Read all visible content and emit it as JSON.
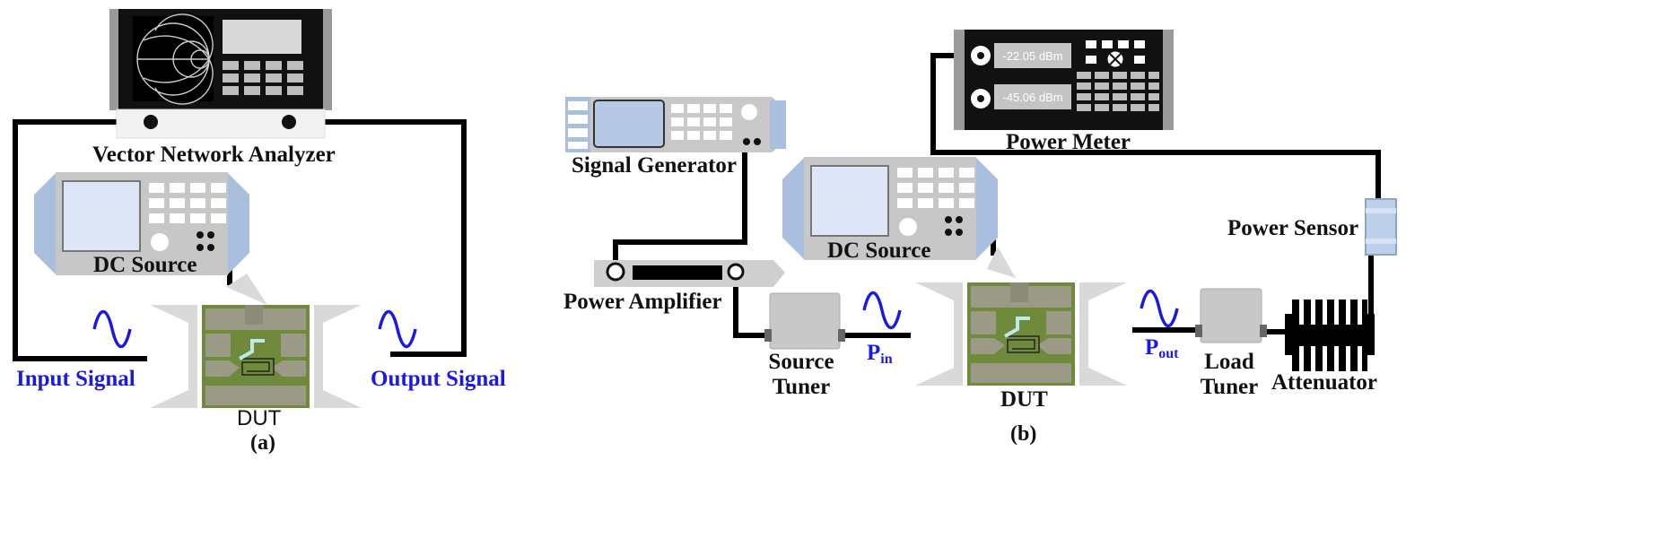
{
  "panel_a": {
    "caption": "(a)",
    "vna_label": "Vector Network Analyzer",
    "dc_source_label": "DC Source",
    "input_signal_label": "Input Signal",
    "output_signal_label": "Output Signal",
    "dut_label": "DUT"
  },
  "panel_b": {
    "caption": "(b)",
    "signal_generator_label": "Signal Generator",
    "power_amplifier_label": "Power Amplifier",
    "source_tuner_label_1": "Source",
    "source_tuner_label_2": "Tuner",
    "pin_main": "P",
    "pin_sub": "in",
    "dc_source_label": "DC Source",
    "dut_label": "DUT",
    "pout_main": "P",
    "pout_sub": "out",
    "load_tuner_label_1": "Load",
    "load_tuner_label_2": "Tuner",
    "attenuator_label": "Attenuator",
    "power_sensor_label": "Power Sensor",
    "power_meter_label": "Power Meter",
    "power_meter_reading_1": "-22.05 dBm",
    "power_meter_reading_2": "-45.06 dBm"
  },
  "colors": {
    "wire": "#000000",
    "signal_wave": "#1a1ae0",
    "label_blue": "#1a1ae0",
    "instrument_gray": "#b8b8b8",
    "instrument_blue": "#a9bfdd",
    "fixture_gray": "#d9d9d9",
    "pcb_green": "#6f8a3a"
  }
}
